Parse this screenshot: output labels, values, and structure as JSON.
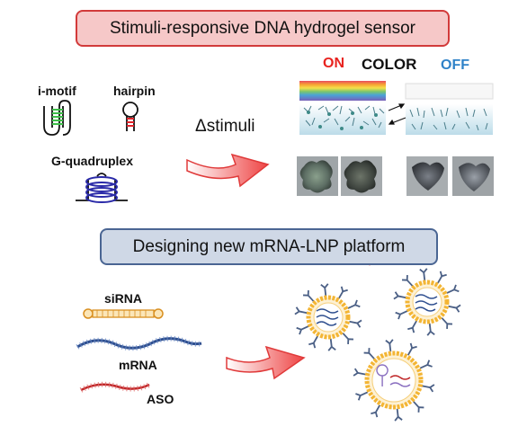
{
  "top_panel": {
    "title": "Stimuli-responsive DNA hydrogel sensor",
    "structures": {
      "imotif": "i-motif",
      "hairpin": "hairpin",
      "gquad": "G-quadruplex"
    },
    "stimuli_label": "Δstimuli",
    "color_header": {
      "on": "ON",
      "color": "COLOR",
      "off": "OFF"
    }
  },
  "bottom_panel": {
    "title": "Designing new mRNA-LNP platform",
    "cargo": {
      "sirna": "siRNA",
      "mrna": "mRNA",
      "aso": "ASO"
    }
  },
  "colors": {
    "red_box_fill": "#f6c8c8",
    "red_box_border": "#d23a3a",
    "blue_box_fill": "#cfd8e6",
    "blue_box_border": "#4a6593",
    "on": "#e8231f",
    "off": "#2f82c8",
    "arrow": "#ee4444",
    "lnp_shell": "#f3b534",
    "antibody": "#4a5f85",
    "sirna": "#e7a63c",
    "mrna": "#2f4f8f",
    "aso": "#c0282a"
  },
  "icons": {
    "imotif": "i-motif-structure-icon",
    "hairpin": "hairpin-structure-icon",
    "gquad": "g-quadruplex-structure-icon",
    "lnp": "lipid-nanoparticle-icon"
  }
}
